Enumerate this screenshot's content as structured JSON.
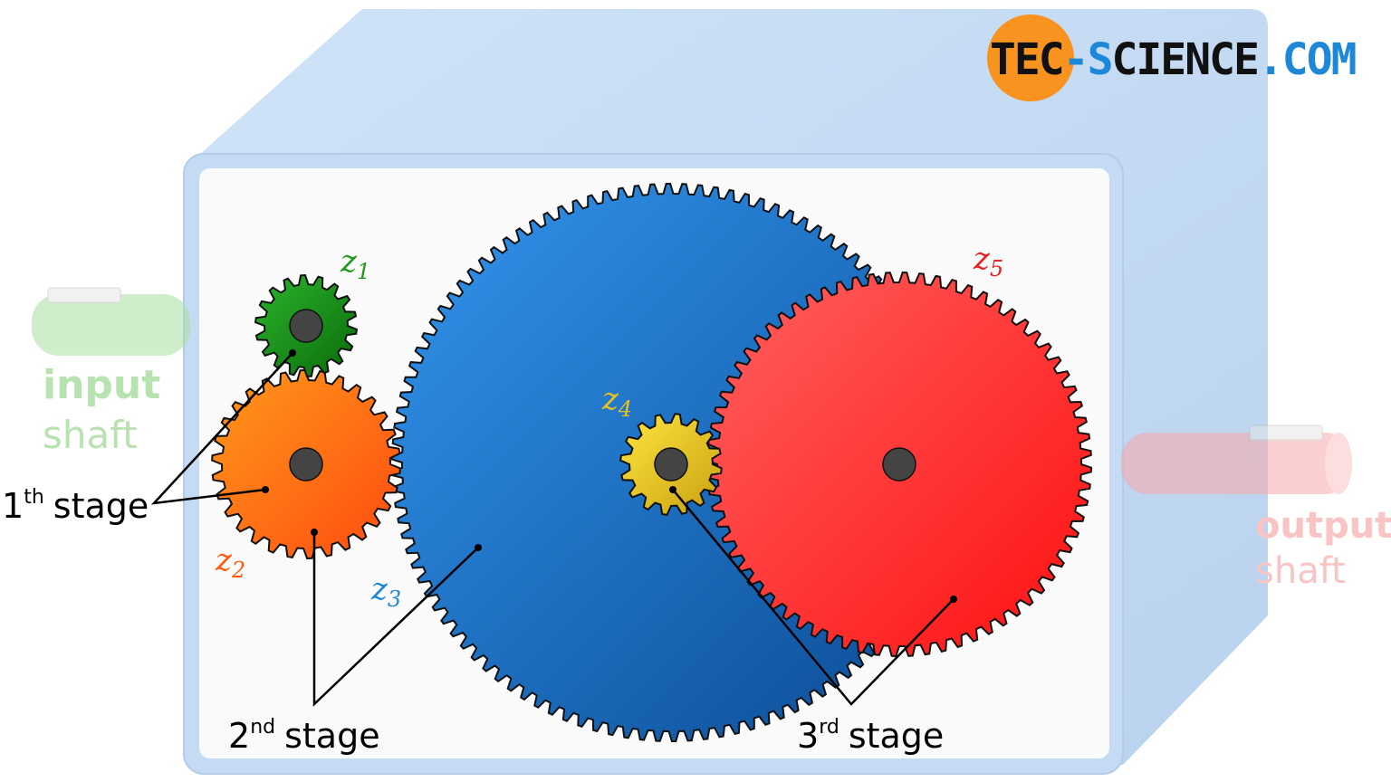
{
  "logo": {
    "text_dark_1": "TEC",
    "text_blue_1": "-S",
    "text_dark_2": "CIENCE",
    "text_blue_2": ".COM"
  },
  "input_shaft": {
    "line1": "input",
    "line2": "shaft"
  },
  "output_shaft": {
    "line1": "output",
    "line2": "shaft"
  },
  "gears": [
    {
      "id": "z1",
      "letter": "z",
      "index": "1",
      "color": "#1e9a1e"
    },
    {
      "id": "z2",
      "letter": "z",
      "index": "2",
      "color": "#ff6a10"
    },
    {
      "id": "z3",
      "letter": "z",
      "index": "3",
      "color": "#1f6fc8"
    },
    {
      "id": "z4",
      "letter": "z",
      "index": "4",
      "color": "#e8c820"
    },
    {
      "id": "z5",
      "letter": "z",
      "index": "5",
      "color": "#f03030"
    }
  ],
  "stages": [
    {
      "number": "1",
      "suffix": "th",
      "word": "stage"
    },
    {
      "number": "2",
      "suffix": "nd",
      "word": "stage"
    },
    {
      "number": "3",
      "suffix": "rd",
      "word": "stage"
    }
  ],
  "colors": {
    "housing": "#c5dcf3",
    "panel": "#fafafa",
    "logo_orange": "#f7931e",
    "logo_blue": "#1e88d8"
  }
}
